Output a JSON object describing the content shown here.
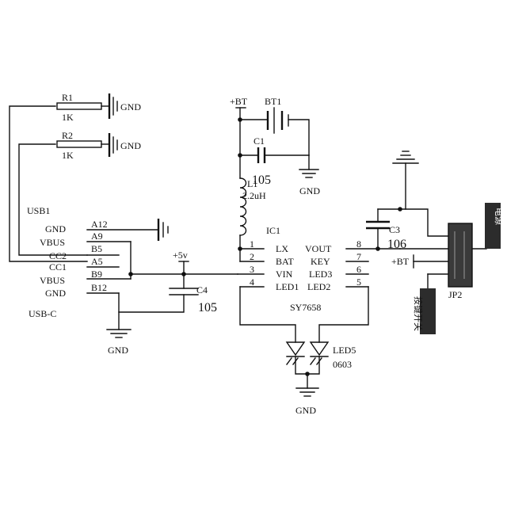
{
  "usb": {
    "ref": "USB1",
    "type": "USB-C",
    "pins": [
      {
        "name": "GND",
        "num": "A12"
      },
      {
        "name": "VBUS",
        "num": "A9"
      },
      {
        "name": "CC2",
        "num": "B5"
      },
      {
        "name": "CC1",
        "num": "A5"
      },
      {
        "name": "VBUS",
        "num": "B9"
      },
      {
        "name": "GND",
        "num": "B12"
      }
    ]
  },
  "resistors": [
    {
      "ref": "R1",
      "value": "1K",
      "gnd": "GND"
    },
    {
      "ref": "R2",
      "value": "1K",
      "gnd": "GND"
    }
  ],
  "ic": {
    "ref": "IC1",
    "part": "SY7658",
    "left_pins": [
      {
        "num": "1",
        "name": "LX"
      },
      {
        "num": "2",
        "name": "BAT"
      },
      {
        "num": "3",
        "name": "VIN"
      },
      {
        "num": "4",
        "name": "LED1"
      }
    ],
    "right_pins": [
      {
        "num": "8",
        "name": "VOUT"
      },
      {
        "num": "7",
        "name": "KEY"
      },
      {
        "num": "6",
        "name": "LED3"
      },
      {
        "num": "5",
        "name": "LED2"
      }
    ]
  },
  "battery": {
    "ref": "BT1",
    "net": "+BT"
  },
  "c1": {
    "ref": "C1",
    "value": "105",
    "gnd": "GND"
  },
  "inductor": {
    "ref": "L1",
    "value": "2.2uH"
  },
  "c3": {
    "ref": "C3",
    "value": "106"
  },
  "c4": {
    "ref": "C4",
    "value": "105",
    "net": "+5v"
  },
  "usb_gnd": "GND",
  "led": {
    "ref": "LED5",
    "package": "0603",
    "gnd": "GND"
  },
  "connector": {
    "ref": "JP2",
    "net": "+BT"
  },
  "rotated_labels": {
    "right_tab": "电源",
    "lower_tab": "按键开关"
  }
}
